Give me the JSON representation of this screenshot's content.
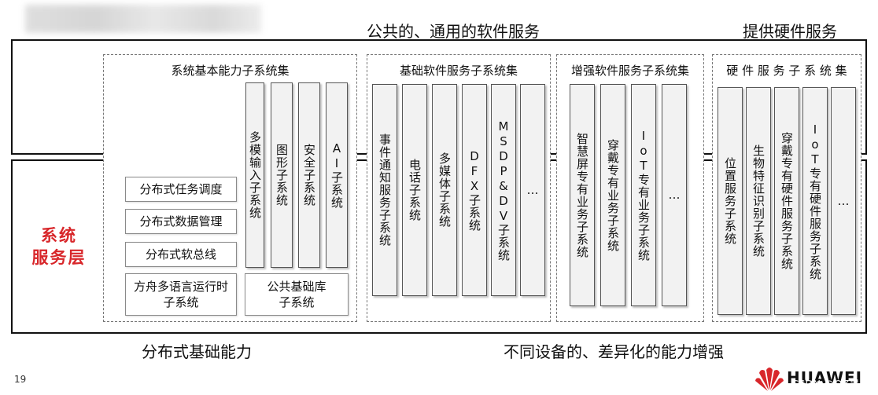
{
  "header": {
    "center_label": "公共的、通用的软件服务",
    "right_label": "提供硬件服务"
  },
  "layer_name": "系统\n服务层",
  "footer": {
    "left_label": "分布式基础能力",
    "right_label": "不同设备的、差异化的能力增强",
    "page_number": "19"
  },
  "logo": {
    "text": "HUAWEI",
    "watermark": "CSDN @OZ晨"
  },
  "groups": {
    "basic": {
      "title": "系统基本能力子系统集",
      "columns": [
        "多模输入子系统",
        "图形子系统",
        "安全子系统",
        "AI子系统"
      ],
      "boxes": [
        "分布式任务调度",
        "分布式数据管理",
        "分布式软总线",
        "方舟多语言运行时\n子系统",
        "公共基础库\n子系统"
      ]
    },
    "foundation": {
      "title": "基础软件服务子系统集",
      "columns": [
        "事件通知服务子系统",
        "电话子系统",
        "多媒体子系统",
        "DFX子系统",
        "MSDP&DV子系统",
        "…"
      ]
    },
    "enhanced": {
      "title": "增强软件服务子系统集",
      "columns": [
        "智慧屏专有业务子系统",
        "穿戴专有业务子系统",
        "IoT专有业务子系统",
        "…"
      ]
    },
    "hardware": {
      "title": "硬 件 服 务 子 系 统 集",
      "columns": [
        "位置服务子系统",
        "生物特征识别子系统",
        "穿戴专有硬件服务子系统",
        "IoT专有硬件服务子系统",
        "…"
      ]
    }
  },
  "colors": {
    "accent_red": "#d8262a",
    "border": "#111111",
    "column_fill": "#f2f2f2"
  }
}
